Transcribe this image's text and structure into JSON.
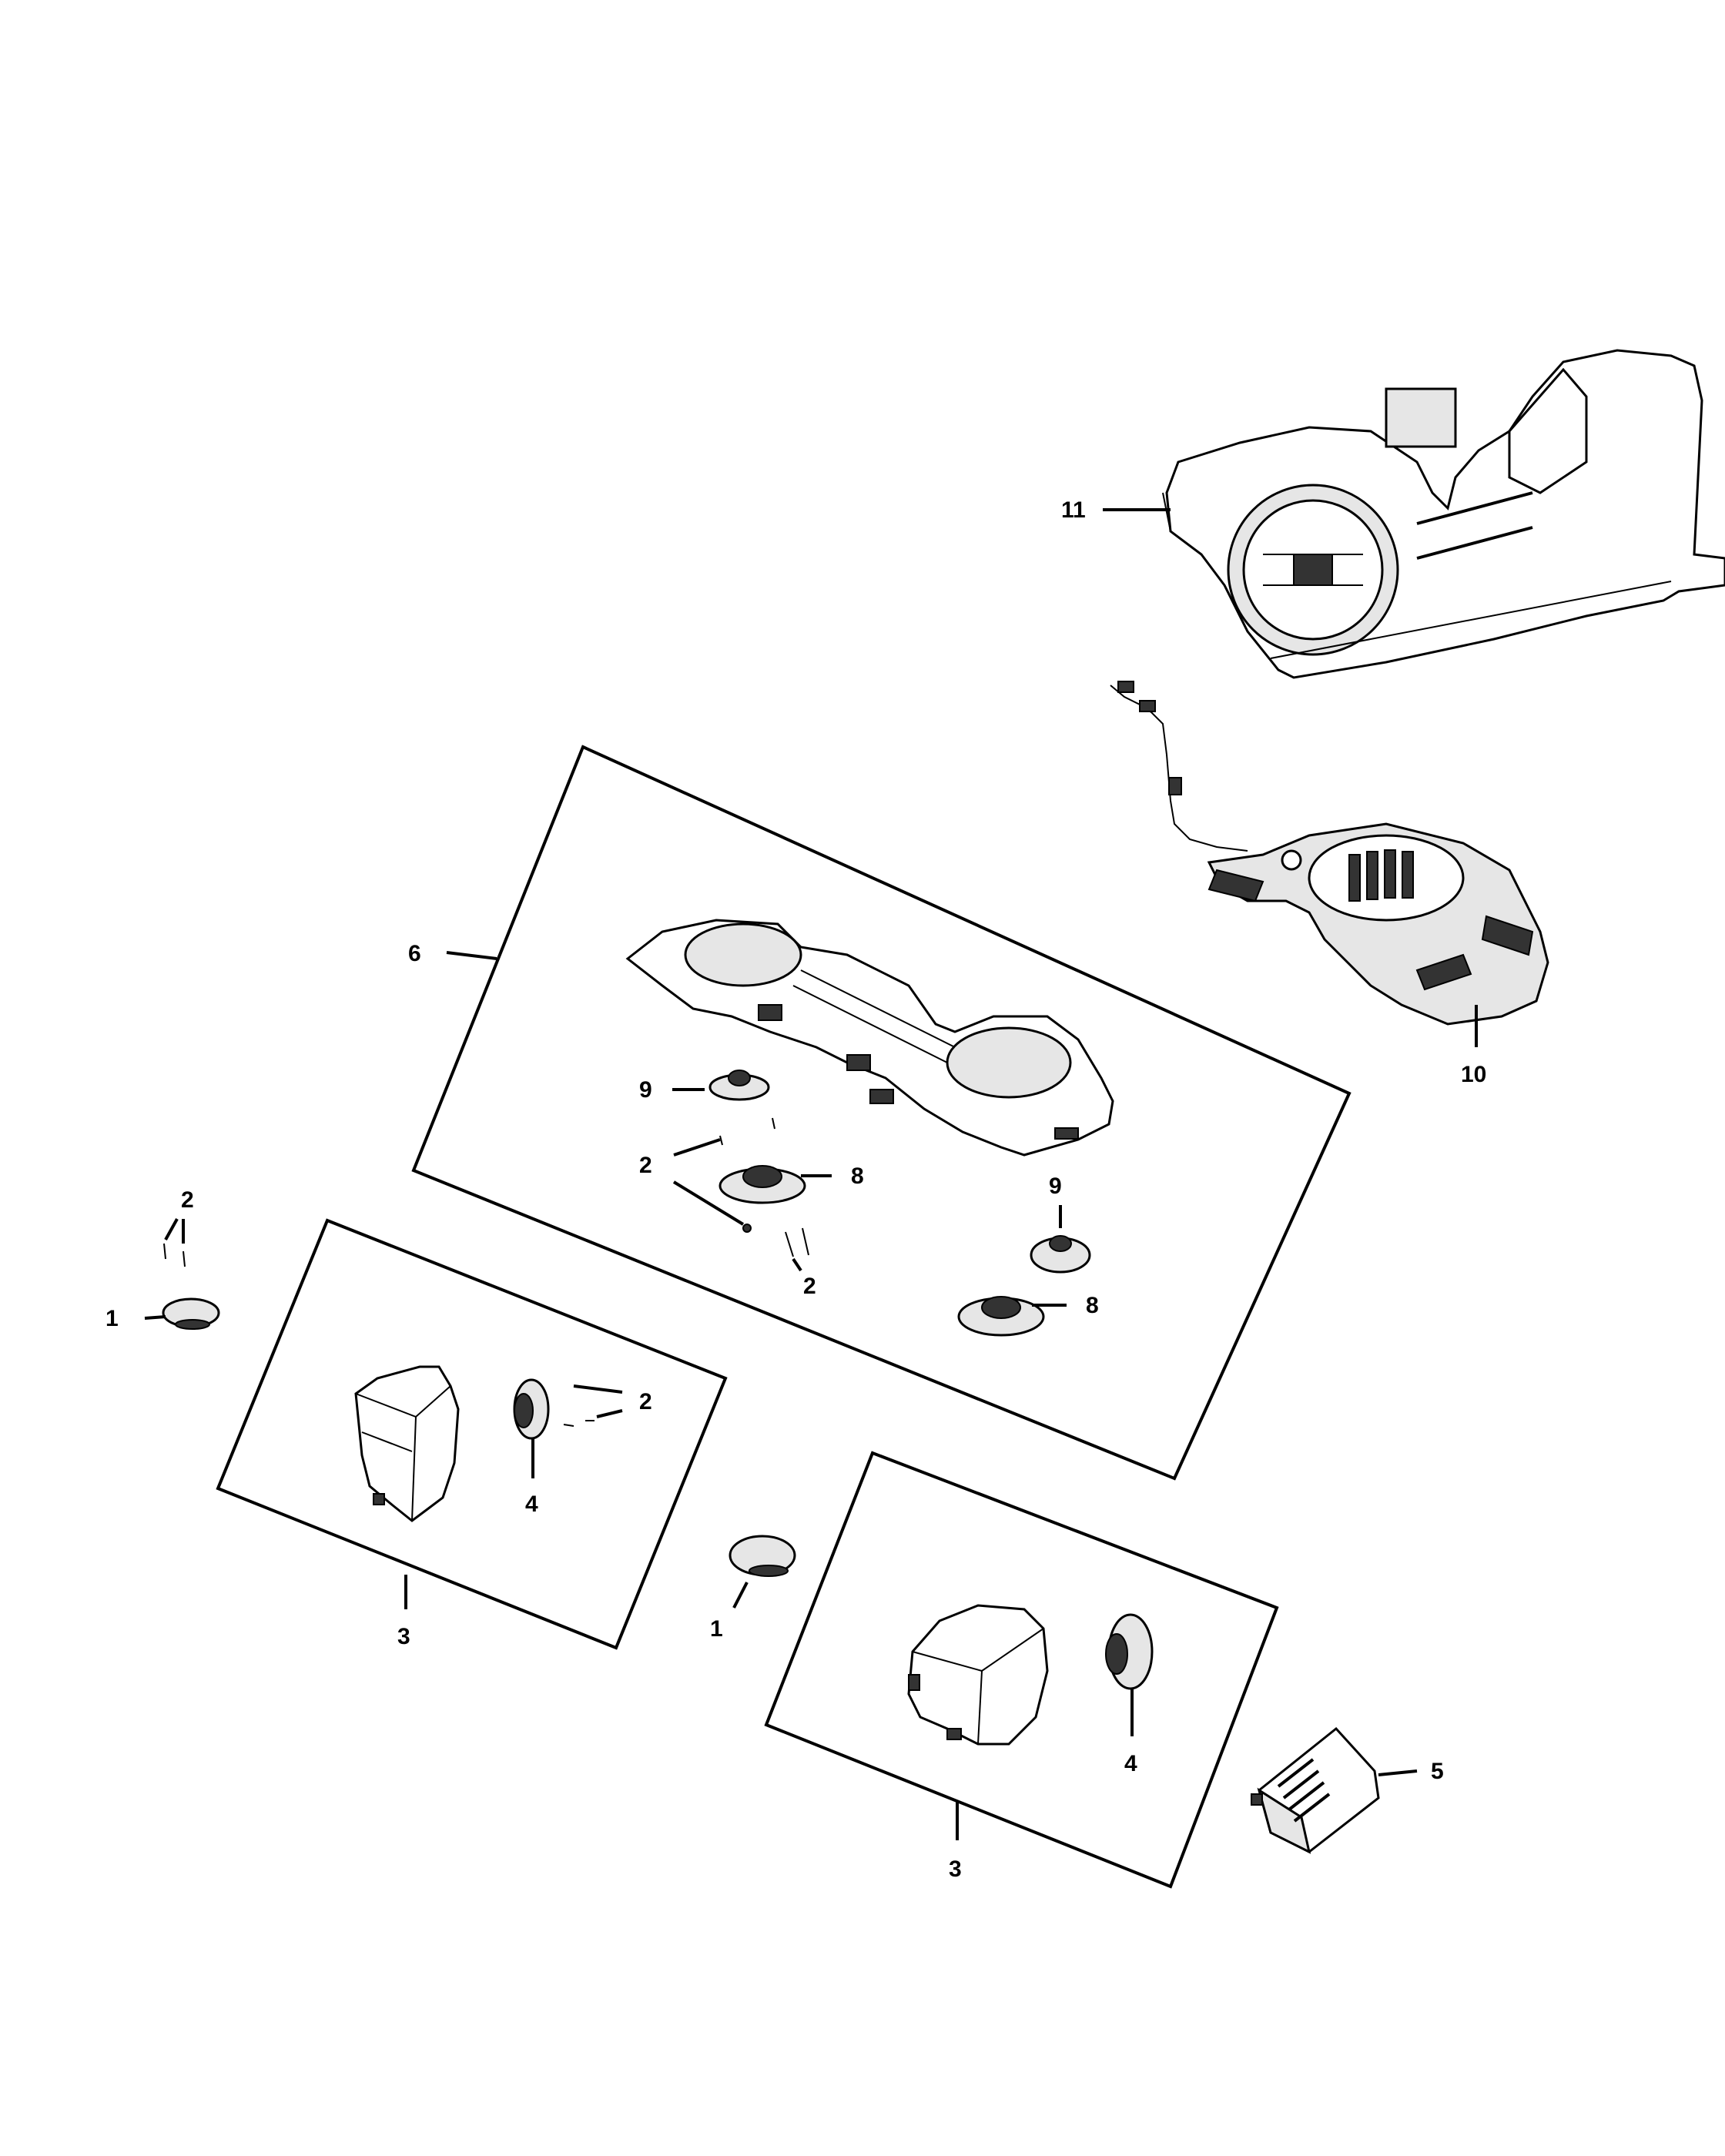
{
  "callouts": {
    "c1_left": "1",
    "c1_center": "1",
    "c2_far_left": "2",
    "c2_box6_upper": "2",
    "c2_box6_lower": "2",
    "c2_box3_upper": "2",
    "c3_left": "3",
    "c3_right": "3",
    "c4_left": "4",
    "c4_right": "4",
    "c5": "5",
    "c6": "6",
    "c8_upper": "8",
    "c8_lower": "8",
    "c9_upper": "9",
    "c9_lower": "9",
    "c10": "10",
    "c11": "11"
  }
}
